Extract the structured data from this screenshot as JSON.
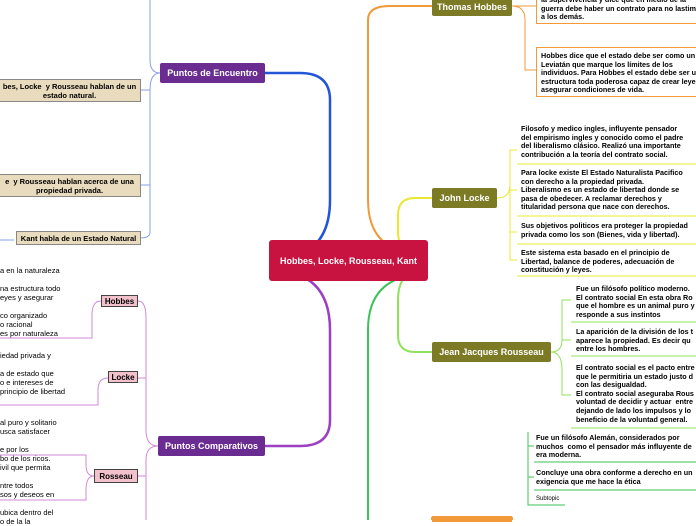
{
  "central": "Hobbes, Locke, Rousseau, Kant",
  "left": {
    "puntos_encuentro": {
      "label": "Puntos de Encuentro",
      "notes": [
        "bes, Locke  y Rousseau hablan de un\nestado natural.",
        "e  y Rousseau hablan acerca de una\npropiedad privada.",
        "Kant habla de un Estado Natural"
      ]
    },
    "puntos_comparativos": {
      "label": "Puntos Comparativos",
      "groups": [
        {
          "label": "Hobbes",
          "lines": [
            "a en la naturaleza",
            "",
            "na estructura todo",
            "eyes y asegurar",
            "",
            "co organizado",
            "o racional",
            "es por naturaleza"
          ]
        },
        {
          "label": "Locke",
          "lines": [
            "iedad privada y",
            "",
            "a de estado que",
            "o e intereses de",
            "principio de libertad"
          ]
        },
        {
          "label": "Rosseau",
          "lines": [
            "al puro y solitario",
            "usca satisfacer",
            "",
            "e por los",
            "bo de los ricos.",
            "ivil que permita",
            "",
            "ntre todos",
            "sos y deseos en",
            "",
            "ubica  dentro del",
            "o de la la"
          ]
        }
      ]
    }
  },
  "right": {
    "thomas_hobbes": {
      "label": "Thomas Hobbes",
      "notes": [
        "la supervivencia y dice que en medio de la\nguerra debe haber un contrato para no lastimar\na los demás.",
        "Hobbes dice que el estado debe ser como un\nLeviatán que marque los límites de los\nindividuos. Para Hobbes el estado debe ser una\nestructura toda poderosa capaz de crear leyes y\nasegurar condiciones de vida."
      ]
    },
    "john_locke": {
      "label": "John Locke",
      "notes": [
        "Filosofo y medico ingles, influyente pensador\ndel empirismo ingles y conocido como el padre\ndel liberalismo clásico. Realizó una importante\ncontribución a la teoría del contrato social.",
        "Para locke existe El Estado Naturalista Pacifico\ncon derecho a la propiedad privada.\nLiberalismo es un estado de libertad donde se\npasa de obedecer. A reclamar derechos y\ntitularidad persona que nace con derechos.",
        "Sus objetivos politicos era proteger la propiedad\nprivada como los son (Bienes, vida y libertad).",
        "Este sistema esta basado en el principio de\nLibertad, balance de poderes, adecuación de\nconstitución y leyes."
      ]
    },
    "jean_jacques_rousseau": {
      "label": "Jean Jacques Rousseau",
      "notes": [
        "Fue un filósofo político moderno.\nEl contrato social En esta obra Ro\nque el hombre es un animal puro y\nresponde a sus instintos",
        "La aparición de la división de los t\naparece la propiedad. Es decir qu\nentre los hombres.",
        "El contrato social es el pacto entre\nque le permitiria un estado justo d\ncon las desigualdad.\nEl contrato social aseguraba Rous\nvoluntad de decidir y actuar  entre\ndejando de lado los impulsos y lo\nbeneficio de la voluntad general."
      ]
    },
    "kant": {
      "notes": [
        "Fue un filósofo Alemán, considerados por\nmuchos  como el pensador más influyente de\nera moderna.",
        "Concluye una obra conforme a derecho en un\nexigencia que me hace la ética"
      ],
      "subtopic": "Subtopic"
    }
  },
  "colors": {
    "central": "#c8123f",
    "purple": "#6a2c91",
    "blue": "#2255d8",
    "orange": "#f29a3a",
    "yellow": "#e8e830",
    "green": "#6cd63a",
    "note_bg": "#e9dbbd",
    "pink": "#f2c1cc"
  }
}
